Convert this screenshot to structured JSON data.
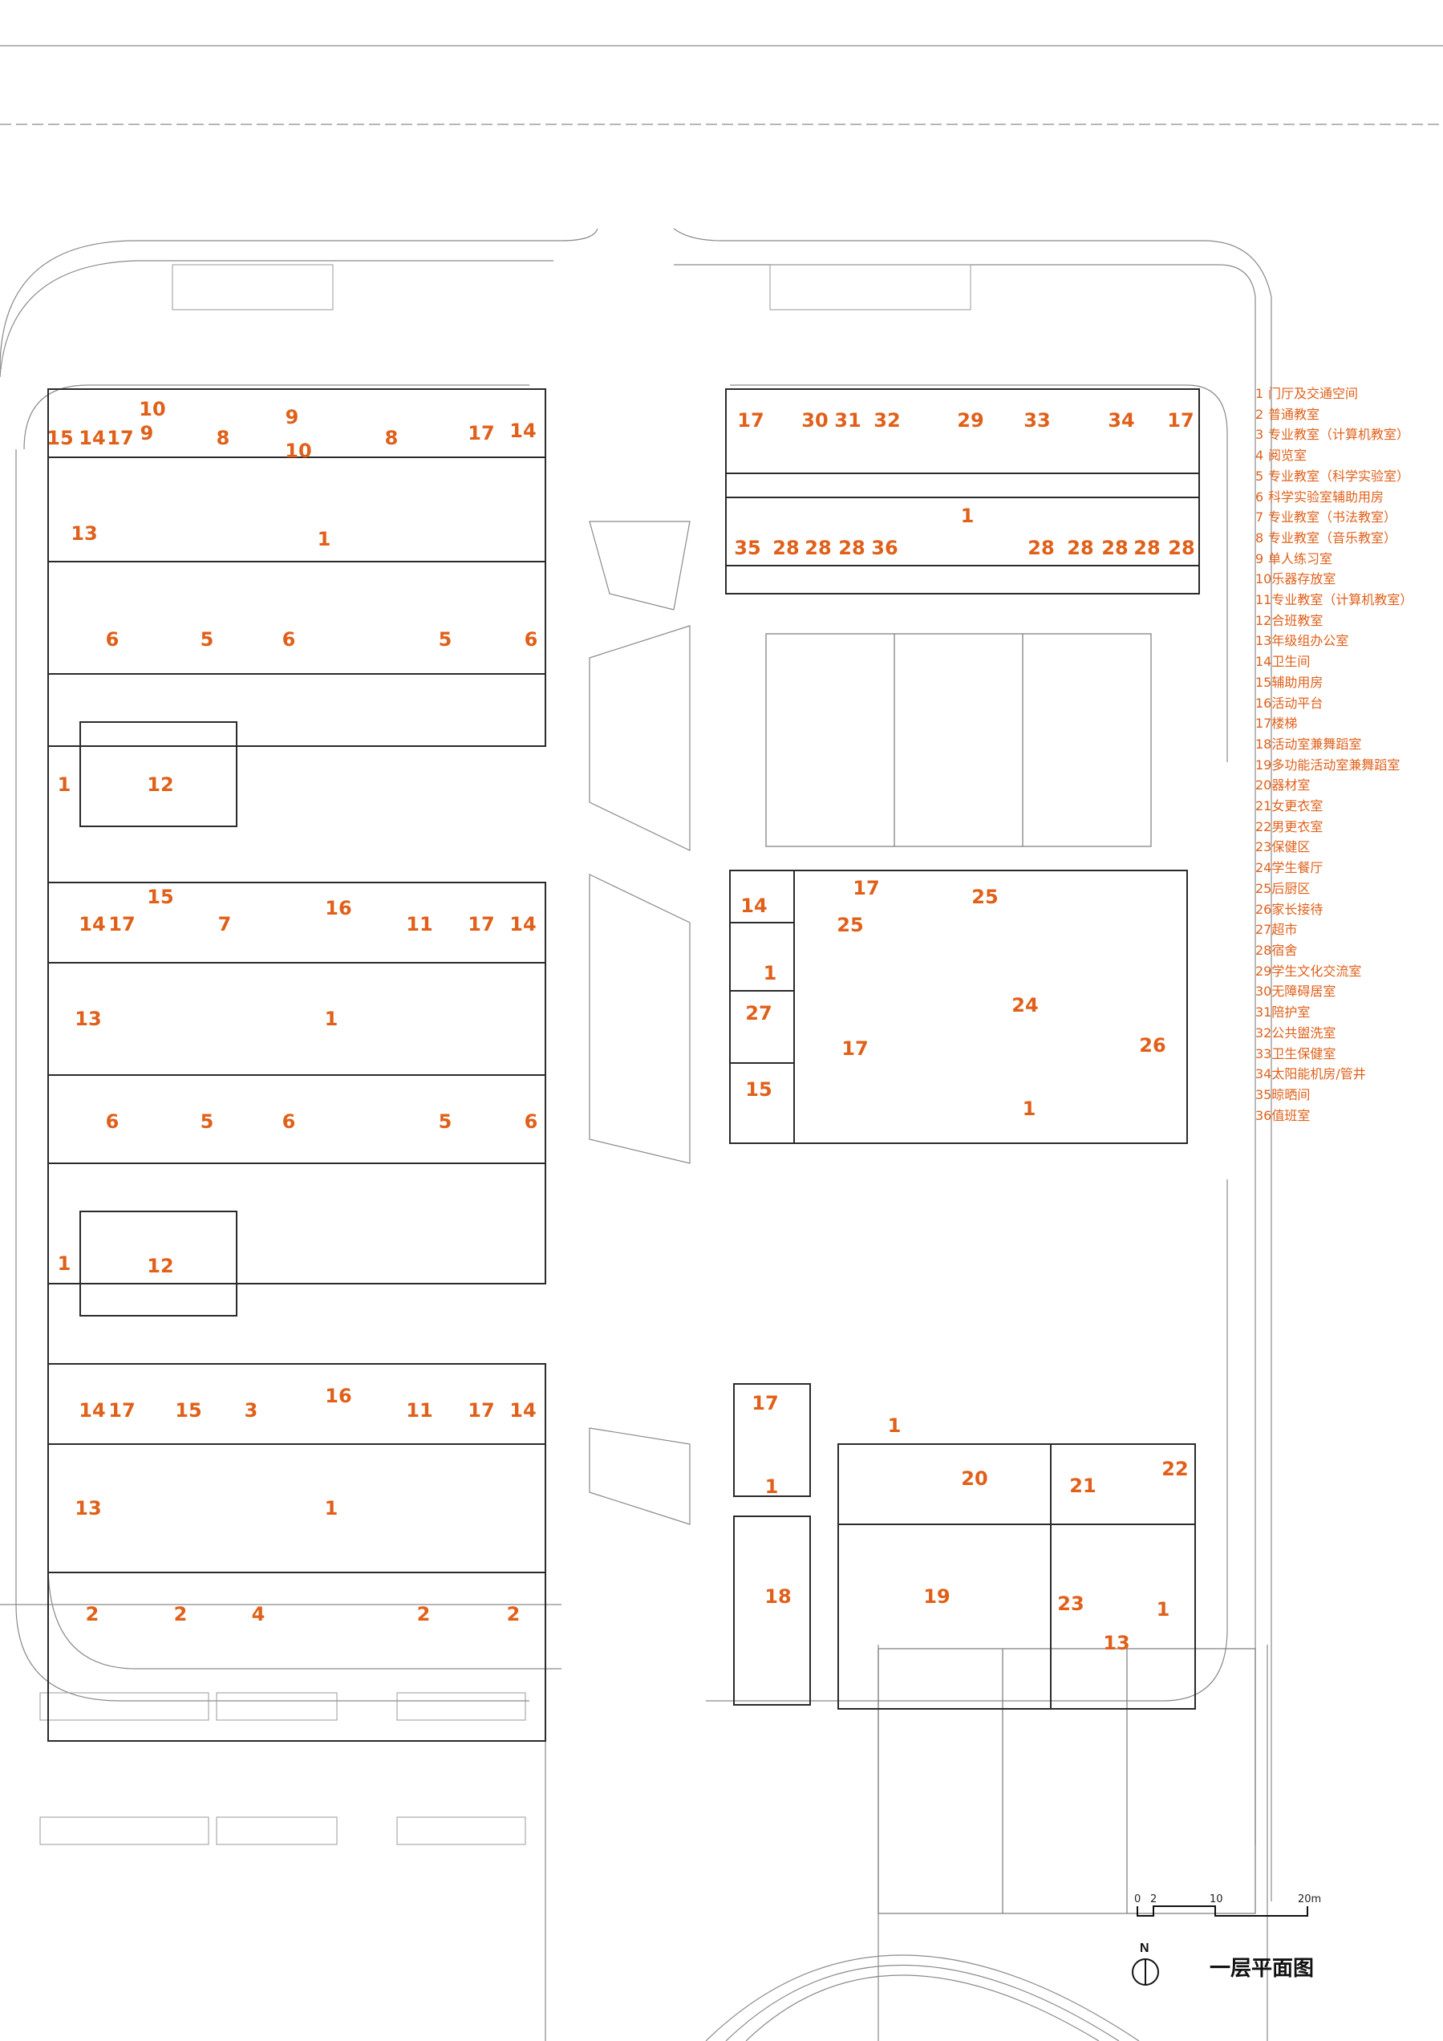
{
  "plan_title": "一层平面图",
  "north_label": "N",
  "scale_labels": [
    "0",
    "2",
    "10",
    "20m"
  ],
  "colors": {
    "label": "#e0601a",
    "line": "#5a5a5a",
    "wall": "#222222"
  },
  "legend": [
    {
      "num": "1",
      "text": "门厅及交通空间"
    },
    {
      "num": "2",
      "text": "普通教室"
    },
    {
      "num": "3",
      "text": "专业教室（计算机教室）"
    },
    {
      "num": "4",
      "text": "阅览室"
    },
    {
      "num": "5",
      "text": "专业教室（科学实验室）"
    },
    {
      "num": "6",
      "text": "科学实验室辅助用房"
    },
    {
      "num": "7",
      "text": "专业教室（书法教室）"
    },
    {
      "num": "8",
      "text": "专业教室（音乐教室）"
    },
    {
      "num": "9",
      "text": "单人练习室"
    },
    {
      "num": "10",
      "text": "乐器存放室"
    },
    {
      "num": "11",
      "text": "专业教室（计算机教室）"
    },
    {
      "num": "12",
      "text": "合班教室"
    },
    {
      "num": "13",
      "text": "年级组办公室"
    },
    {
      "num": "14",
      "text": "卫生间"
    },
    {
      "num": "15",
      "text": "辅助用房"
    },
    {
      "num": "16",
      "text": "活动平台"
    },
    {
      "num": "17",
      "text": "楼梯"
    },
    {
      "num": "18",
      "text": "活动室兼舞蹈室"
    },
    {
      "num": "19",
      "text": "多功能活动室兼舞蹈室"
    },
    {
      "num": "20",
      "text": "器材室"
    },
    {
      "num": "21",
      "text": "女更衣室"
    },
    {
      "num": "22",
      "text": "男更衣室"
    },
    {
      "num": "23",
      "text": "保健区"
    },
    {
      "num": "24",
      "text": "学生餐厅"
    },
    {
      "num": "25",
      "text": "后厨区"
    },
    {
      "num": "26",
      "text": "家长接待"
    },
    {
      "num": "27",
      "text": "超市"
    },
    {
      "num": "28",
      "text": "宿舍"
    },
    {
      "num": "29",
      "text": "学生文化交流室"
    },
    {
      "num": "30",
      "text": "无障碍居室"
    },
    {
      "num": "31",
      "text": "陪护室"
    },
    {
      "num": "32",
      "text": "公共盥洗室"
    },
    {
      "num": "33",
      "text": "卫生保健室"
    },
    {
      "num": "34",
      "text": "太阳能机房/管井"
    },
    {
      "num": "35",
      "text": "晾晒间"
    },
    {
      "num": "36",
      "text": "值班室"
    }
  ],
  "room_labels": [
    "15",
    "14",
    "17",
    "10",
    "9",
    "8",
    "9",
    "10",
    "8",
    "17",
    "14",
    "13",
    "1",
    "6",
    "5",
    "6",
    "5",
    "6",
    "1",
    "12",
    "15",
    "14",
    "17",
    "7",
    "16",
    "11",
    "17",
    "14",
    "13",
    "1",
    "6",
    "5",
    "6",
    "5",
    "6",
    "1",
    "12",
    "14",
    "17",
    "15",
    "3",
    "16",
    "11",
    "17",
    "14",
    "13",
    "1",
    "2",
    "2",
    "4",
    "2",
    "2",
    "17",
    "30",
    "31",
    "32",
    "29",
    "33",
    "34",
    "17",
    "35",
    "28",
    "28",
    "28",
    "36",
    "1",
    "28",
    "28",
    "28",
    "28",
    "28",
    "14",
    "17",
    "25",
    "25",
    "1",
    "27",
    "24",
    "17",
    "26",
    "15",
    "1",
    "17",
    "1",
    "1",
    "20",
    "21",
    "22",
    "18",
    "19",
    "23",
    "1",
    "13"
  ]
}
